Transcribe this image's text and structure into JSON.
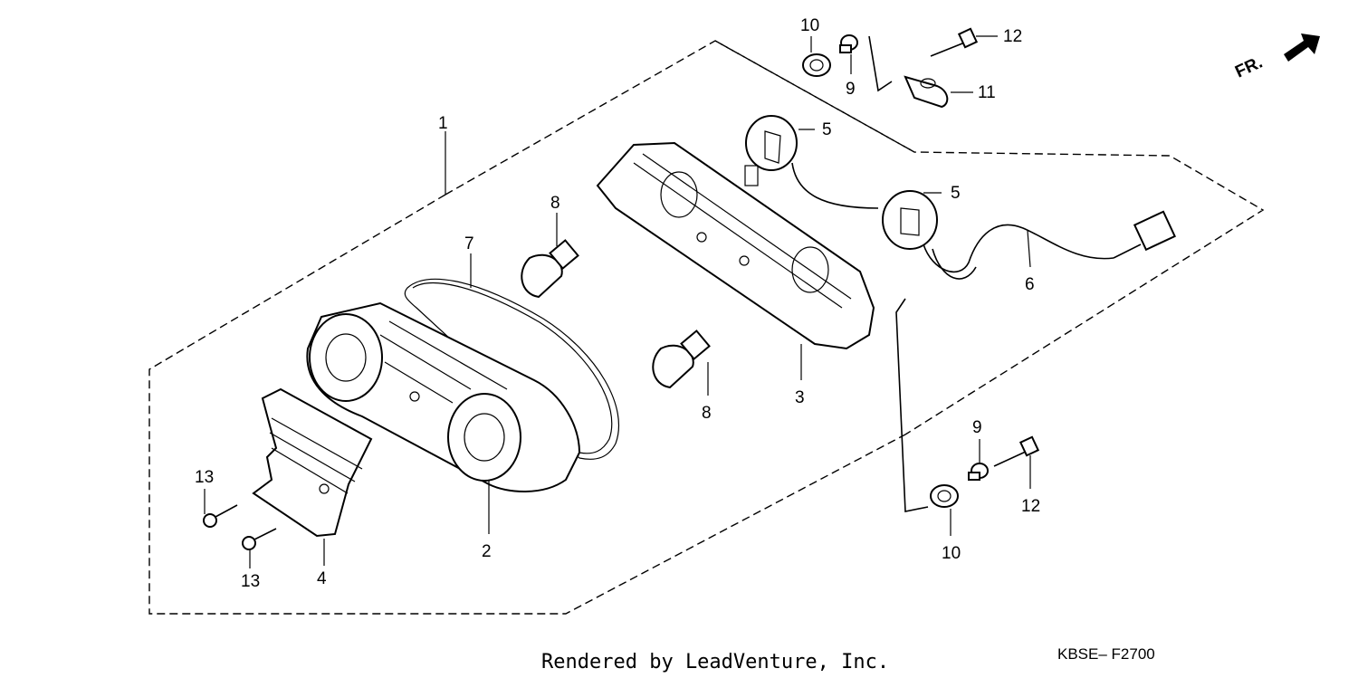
{
  "diagram": {
    "callouts": [
      "1",
      "2",
      "3",
      "4",
      "5",
      "5",
      "6",
      "7",
      "8",
      "8",
      "9",
      "9",
      "10",
      "10",
      "11",
      "12",
      "12",
      "13",
      "13"
    ],
    "direction_label": "FR.",
    "footer_credit": "Rendered by LeadVenture, Inc.",
    "diagram_code": "KBSE– F2700"
  }
}
